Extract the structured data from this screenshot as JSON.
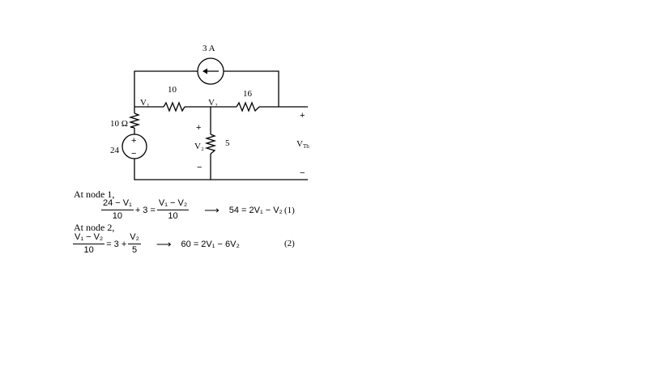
{
  "circuit": {
    "current_source_label": "3 A",
    "r1_label": "10",
    "r2_label": "16",
    "r3_label": "5",
    "r_left_label": "10 Ω",
    "source_voltage": "24",
    "node1_label": "V₁",
    "node2_label": "V₂",
    "v2_label": "V₂",
    "vth_label": "V",
    "vth_sub": "Th",
    "plus": "+",
    "minus": "−"
  },
  "equations": {
    "node1_heading": "At node 1,",
    "node2_heading": "At node 2,",
    "eq1": {
      "lhs_num": "24 − V₁",
      "lhs_den": "10",
      "plus3": "+ 3 =",
      "rhs_num": "V₁ − V₂",
      "rhs_den": "10",
      "arrow": "⟶",
      "result": "54 = 2V₁ − V₂",
      "tag": "(1)"
    },
    "eq2": {
      "lhs_num": "V₁ − V₂",
      "lhs_den": "10",
      "eq3": "= 3 +",
      "rhs_num": "V₂",
      "rhs_den": "5",
      "arrow": "⟶",
      "result": "60 = 2V₁ − 6V₂",
      "tag": "(2)"
    }
  }
}
